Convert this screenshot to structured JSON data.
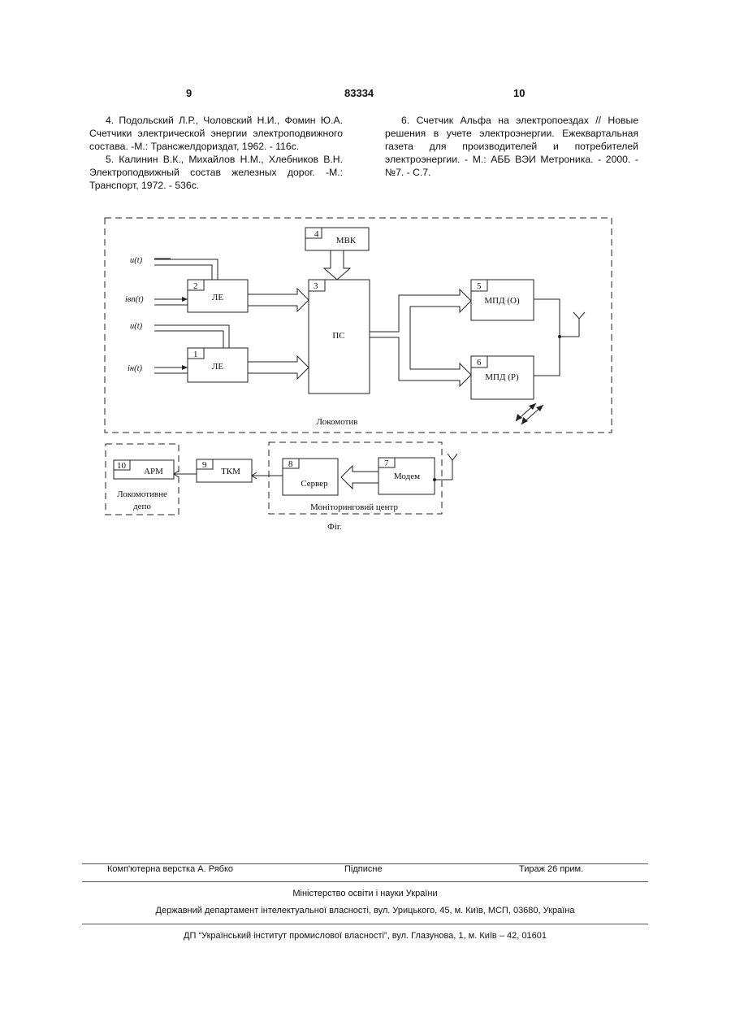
{
  "header": {
    "page_left": "9",
    "patent_number": "83334",
    "page_right": "10"
  },
  "references": {
    "left": [
      "4. Подольский Л.Р., Чоловский Н.И., Фомин Ю.А. Счетчики электрической энергии электроподвижного состава. -М.: Трансжелдориздат, 1962. - 116с.",
      "5. Калинин В.К., Михайлов Н.М., Хлебников В.Н. Электроподвижный состав железных дорог. -М.: Транспорт, 1972. - 536с."
    ],
    "right": [
      "6. Счетчик Альфа на электропоездах // Новые решения в учете электроэнергии. Ежеквартальная газета для производителей и потребителей электроэнергии. - М.: АББ ВЭИ Метроника. - 2000. - №7. - С.7."
    ]
  },
  "diagram": {
    "blocks": {
      "b1": {
        "num": "1",
        "label": "ЛЕ"
      },
      "b2": {
        "num": "2",
        "label": "ЛЕ"
      },
      "b3": {
        "num": "3",
        "label": "ПС"
      },
      "b4": {
        "num": "4",
        "label": "МВК"
      },
      "b5": {
        "num": "5",
        "label": "МПД (О)"
      },
      "b6": {
        "num": "6",
        "label": "МПД (Р)"
      },
      "b7": {
        "num": "7",
        "label": "Модем"
      },
      "b8": {
        "num": "8",
        "label": "Сервер"
      },
      "b9": {
        "num": "9",
        "label": "ТКМ"
      },
      "b10": {
        "num": "10",
        "label": "АРМ"
      }
    },
    "signals": {
      "u_top": "u(t)",
      "i_top": "iвп(t)",
      "u_bottom": "u(t)",
      "i_bottom": "iн(t)"
    },
    "groups": {
      "locomotive": "Локомотив",
      "depot_line1": "Локомотивне",
      "depot_line2": "депо",
      "monitoring": "Моніторинговий центр"
    },
    "caption": "Фіг."
  },
  "footer": {
    "layout": "Комп'ютерна верстка А. Рябко",
    "signed": "Підписне",
    "circulation": "Тираж 26 прим.",
    "ministry": "Міністерство освіти і науки України",
    "department": "Державний департамент інтелектуальної власності, вул. Урицького, 45, м. Київ, МСП, 03680, Україна",
    "institute": "ДП “Український інститут промислової власності”, вул. Глазунова, 1, м. Київ – 42, 01601"
  }
}
